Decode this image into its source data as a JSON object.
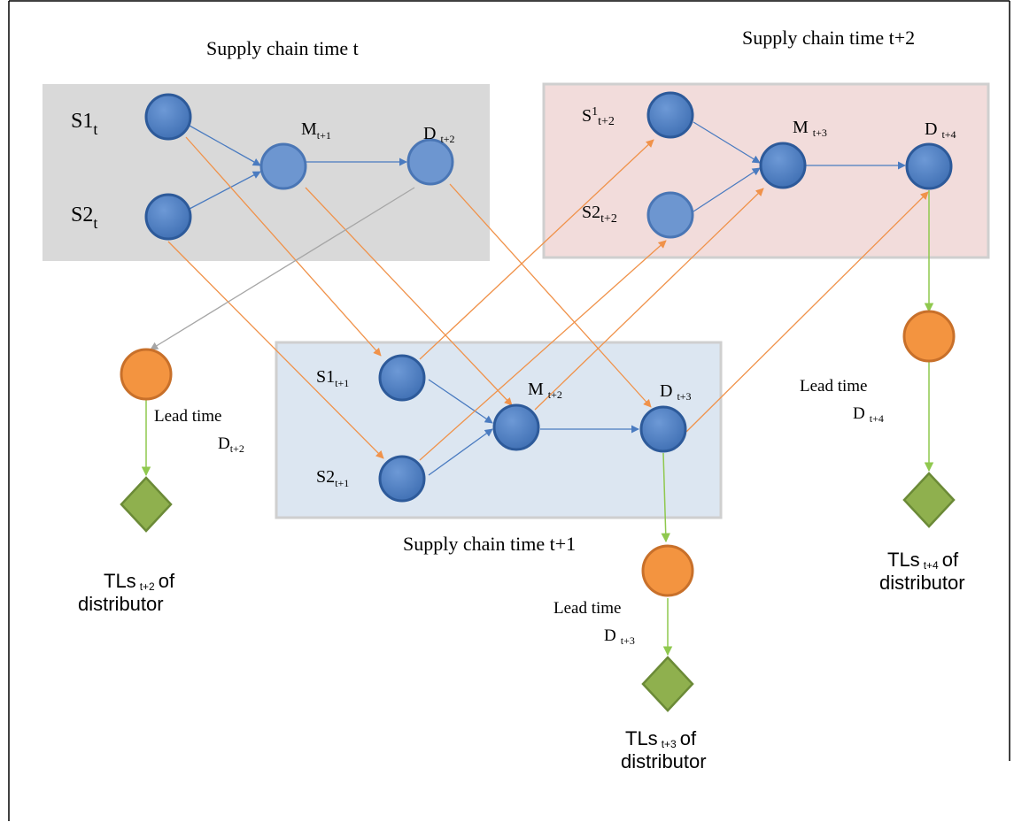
{
  "panels": {
    "t": {
      "title": "Supply chain time t"
    },
    "t2": {
      "title": "Supply chain time t+2"
    },
    "t1": {
      "title": "Supply chain time t+1"
    }
  },
  "nodes": {
    "s1_t": {
      "main": "S1",
      "sub": "t"
    },
    "s2_t": {
      "main": "S2",
      "sub": "t"
    },
    "m_t1": {
      "main": "M",
      "sub": "t+1"
    },
    "d_t2": {
      "main": "D",
      "sub": "t+2"
    },
    "s1_t2": {
      "main": "S",
      "sup": "1",
      "sub": "t+2"
    },
    "s2_t2": {
      "main": "S2",
      "sub": "t+2"
    },
    "m_t3": {
      "main": "M",
      "sub": "t+3"
    },
    "d_t4": {
      "main": "D",
      "sub": "t+4"
    },
    "s1_t1": {
      "main": "S1",
      "sub": "t+1"
    },
    "s2_t1": {
      "main": "S2",
      "sub": "t+1"
    },
    "m_t2": {
      "main": "M",
      "sub": "t+2"
    },
    "d_t3": {
      "main": "D",
      "sub": "t+3"
    }
  },
  "lead_times": {
    "t2": {
      "label": "Lead time",
      "main": "D",
      "sub": "t+2"
    },
    "t3": {
      "label": "Lead time",
      "main": "D",
      "sub": "t+3"
    },
    "t4": {
      "label": "Lead time",
      "main": "D",
      "sub": "t+4"
    }
  },
  "tls": {
    "t2": {
      "main": "TLs",
      "sub": "t+2",
      "of": "of",
      "line2": "distributor"
    },
    "t3": {
      "main": "TLs",
      "sub": "t+3",
      "of": "of",
      "line2": "distributor"
    },
    "t4": {
      "main": "TLs",
      "sub": "t+4",
      "of": "of",
      "line2": "distributor"
    }
  },
  "colors": {
    "node_fill": "#4f7fc4",
    "node_stroke": "#2d5a9a",
    "node_fill_light": "#6d96d0",
    "flow_arrow": "#4a7bc0",
    "cross_arrow": "#f0924a",
    "green_arrow": "#8fc84e",
    "gray_arrow": "#a6a6a6",
    "lead_circle": "#f39440",
    "lead_stroke": "#c8702a",
    "diamond_fill": "#8fb04e",
    "diamond_stroke": "#6b8a37",
    "panel_gray": "#d8d8d8",
    "panel_pink": "#f2dcdb",
    "panel_blue": "#dce6f1"
  }
}
